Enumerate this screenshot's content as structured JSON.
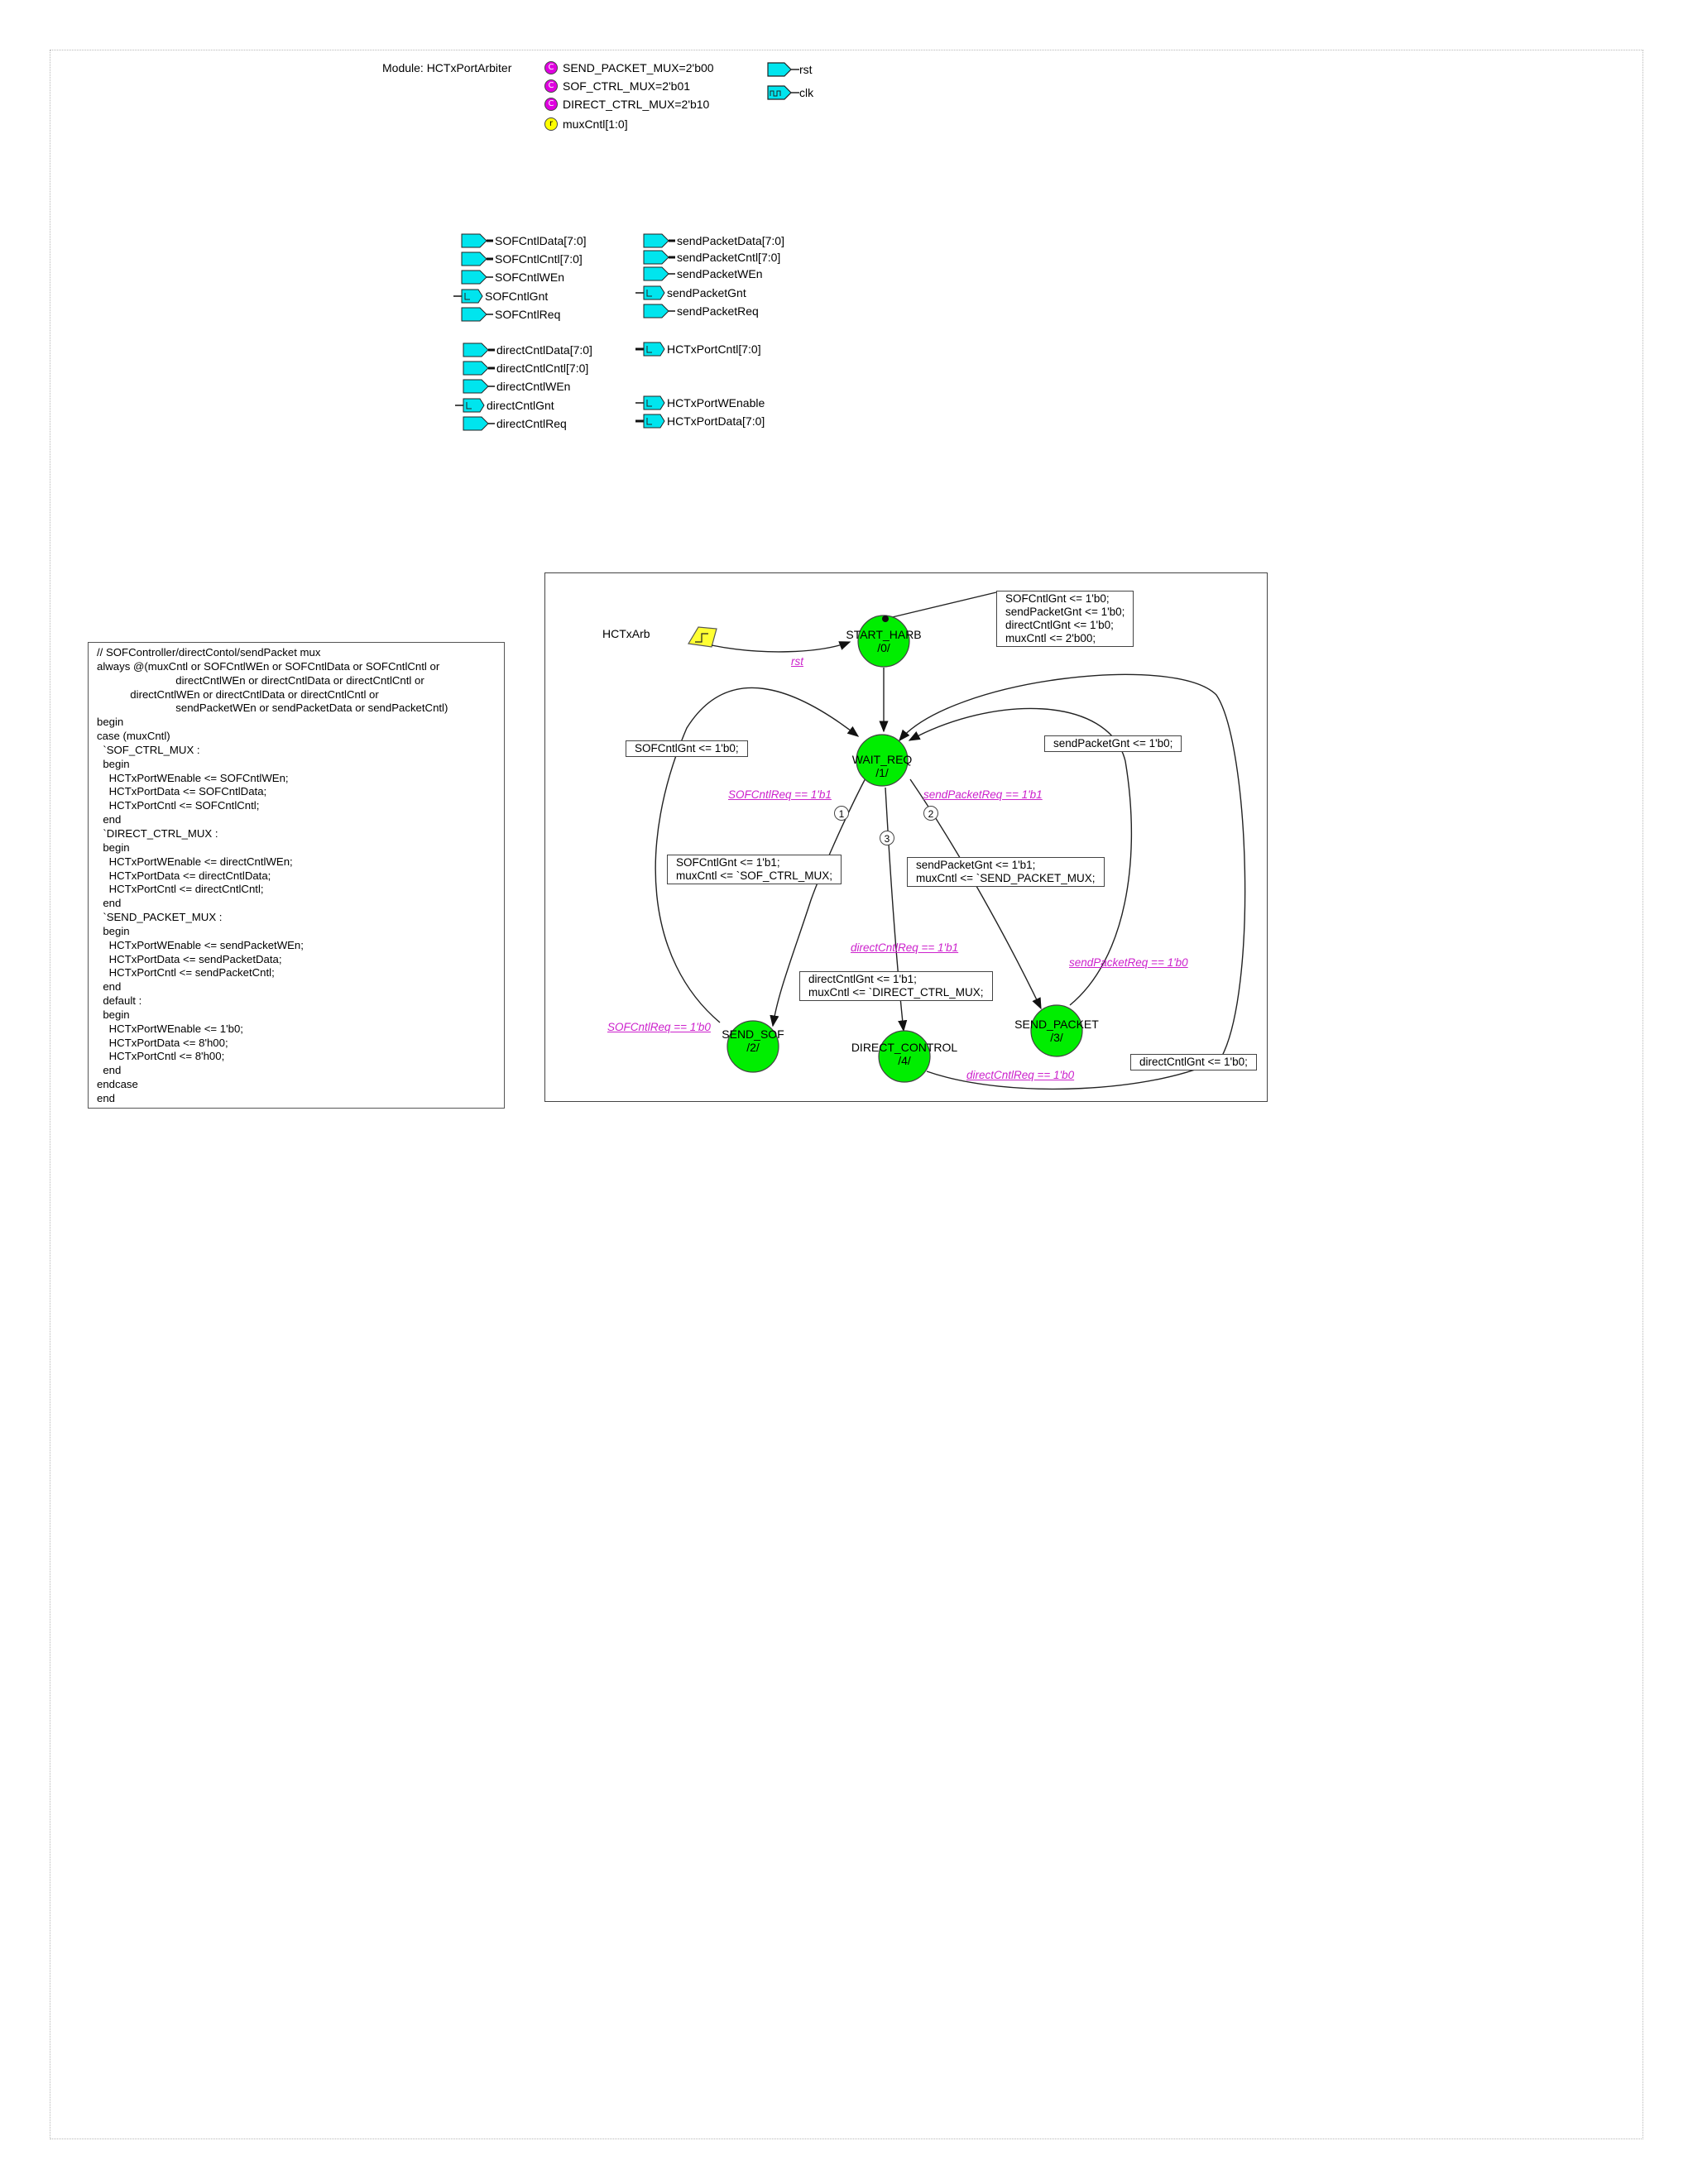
{
  "module": {
    "title": "Module: HCTxPortArbiter",
    "params": [
      {
        "text": "SEND_PACKET_MUX=2'b00",
        "kind": "constant",
        "icon": "C",
        "color": "#e000e0"
      },
      {
        "text": "SOF_CTRL_MUX=2'b01",
        "kind": "constant",
        "icon": "C",
        "color": "#e000e0"
      },
      {
        "text": "DIRECT_CTRL_MUX=2'b10",
        "kind": "constant",
        "icon": "C",
        "color": "#e000e0"
      },
      {
        "text": "muxCntl[1:0]",
        "kind": "register",
        "icon": "r",
        "color": "#ffff00"
      }
    ],
    "clock_reset": [
      {
        "text": "rst",
        "icon": "reset-input-icon"
      },
      {
        "text": "clk",
        "icon": "clock-input-icon"
      }
    ]
  },
  "ports": {
    "sof": [
      "SOFCntlData[7:0]",
      "SOFCntlCntl[7:0]",
      "SOFCntlWEn",
      "SOFCntlGnt",
      "SOFCntlReq"
    ],
    "direct": [
      "directCntlData[7:0]",
      "directCntlCntl[7:0]",
      "directCntlWEn",
      "directCntlGnt",
      "directCntlReq"
    ],
    "send": [
      "sendPacketData[7:0]",
      "sendPacketCntl[7:0]",
      "sendPacketWEn",
      "sendPacketGnt",
      "sendPacketReq"
    ],
    "hctx": [
      "HCTxPortCntl[7:0]",
      "HCTxPortWEnable",
      "HCTxPortData[7:0]"
    ]
  },
  "code": [
    "// SOFController/directContol/sendPacket mux",
    "always @(muxCntl or SOFCntlWEn or SOFCntlData or SOFCntlCntl or",
    "                          directCntlWEn or directCntlData or directCntlCntl or",
    "           directCntlWEn or directCntlData or directCntlCntl or",
    "                          sendPacketWEn or sendPacketData or sendPacketCntl)",
    "begin",
    "case (muxCntl)",
    "  `SOF_CTRL_MUX :",
    "  begin",
    "    HCTxPortWEnable <= SOFCntlWEn;",
    "    HCTxPortData <= SOFCntlData;",
    "    HCTxPortCntl <= SOFCntlCntl;",
    "  end",
    "  `DIRECT_CTRL_MUX :",
    "  begin",
    "    HCTxPortWEnable <= directCntlWEn;",
    "    HCTxPortData <= directCntlData;",
    "    HCTxPortCntl <= directCntlCntl;",
    "  end",
    "  `SEND_PACKET_MUX :",
    "  begin",
    "    HCTxPortWEnable <= sendPacketWEn;",
    "    HCTxPortData <= sendPacketData;",
    "    HCTxPortCntl <= sendPacketCntl;",
    "  end",
    "  default :",
    "  begin",
    "    HCTxPortWEnable <= 1'b0;",
    "    HCTxPortData <= 8'h00;",
    "    HCTxPortCntl <= 8'h00;",
    "  end",
    "endcase",
    "end"
  ],
  "fsm": {
    "name": "HCTxArb",
    "reset_label": "rst",
    "states": [
      {
        "id": "start",
        "name": "START_HARB",
        "code": "/0/"
      },
      {
        "id": "wait",
        "name": "WAIT_REQ",
        "code": "/1/"
      },
      {
        "id": "sof",
        "name": "SEND_SOF",
        "code": "/2/"
      },
      {
        "id": "send",
        "name": "SEND_PACKET",
        "code": "/3/"
      },
      {
        "id": "direct",
        "name": "DIRECT_CONTROL",
        "code": "/4/"
      }
    ],
    "init_actions": "SOFCntlGnt <= 1'b0;\nsendPacketGnt <= 1'b0;\ndirectCntlGnt <= 1'b0;\nmuxCntl <= 2'b00;",
    "actions": {
      "sof_exit": "SOFCntlGnt <= 1'b0;",
      "send_exit": "sendPacketGnt <= 1'b0;",
      "direct_exit": "directCntlGnt <= 1'b0;",
      "to_sof": "SOFCntlGnt <= 1'b1;\nmuxCntl <= `SOF_CTRL_MUX;",
      "to_send": "sendPacketGnt <= 1'b1;\nmuxCntl <= `SEND_PACKET_MUX;",
      "to_direct": "directCntlGnt <= 1'b1;\nmuxCntl <= `DIRECT_CTRL_MUX;"
    },
    "conditions": {
      "to_sof": "SOFCntlReq == 1'b1",
      "to_send": "sendPacketReq == 1'b1",
      "to_direct": "directCntlReq == 1'b1",
      "sof_back": "SOFCntlReq == 1'b0",
      "send_back": "sendPacketReq == 1'b0",
      "direct_back": "directCntlReq == 1'b0"
    },
    "priorities": [
      "1",
      "2",
      "3"
    ],
    "colors": {
      "state_fill": "#00ee00",
      "condition": "#cc22cc",
      "port_fill": "#00e5ee"
    }
  }
}
